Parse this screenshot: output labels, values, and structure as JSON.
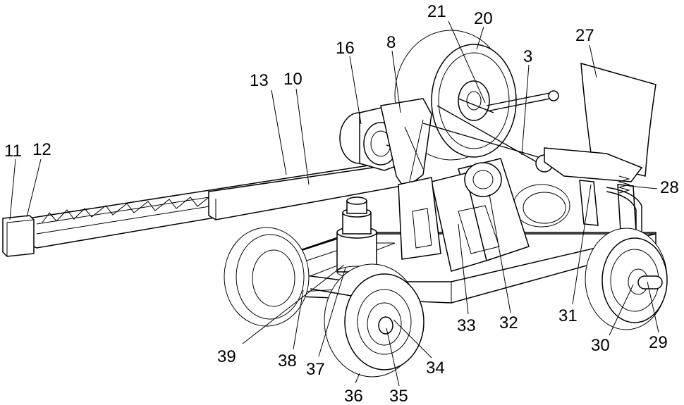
{
  "labels": {
    "l11": "11",
    "l12": "12",
    "l13": "13",
    "l10": "10",
    "l16": "16",
    "l8": "8",
    "l21": "21",
    "l20": "20",
    "l3": "3",
    "l27": "27",
    "l28": "28",
    "l31": "31",
    "l30": "30",
    "l29": "29",
    "l33": "33",
    "l32": "32",
    "l39": "39",
    "l38": "38",
    "l37": "37",
    "l36": "36",
    "l35": "35",
    "l34": "34"
  }
}
